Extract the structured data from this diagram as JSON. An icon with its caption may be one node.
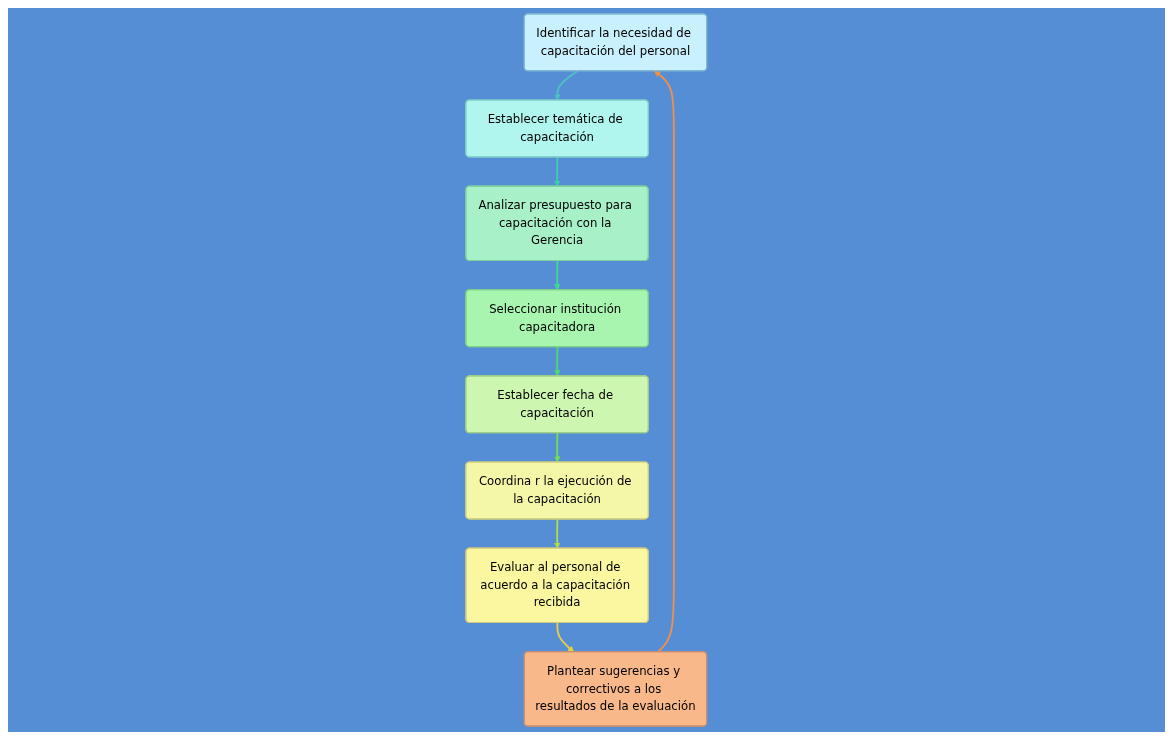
{
  "diagram": {
    "nodes": [
      {
        "text": [
          "Identificar la necesidad de capacitación del personal"
        ]
      },
      {
        "text": [
          "Establecer temática de capacitación"
        ]
      },
      {
        "text": [
          "Analizar presupuesto para capacitación con la Gerencia"
        ]
      },
      {
        "text": [
          "Seleccionar institución capacitadora"
        ]
      },
      {
        "text": [
          "Establecer fecha de capacitación"
        ]
      },
      {
        "text": [
          "Coordina r la ejecución de la capacitación"
        ]
      },
      {
        "text": [
          "Evaluar al personal de acuerdo a la capacitación recibida"
        ]
      },
      {
        "text": [
          "Plantear sugerencias y correctivos a los resultados de la evaluación"
        ]
      }
    ],
    "edges": [
      {
        "from": 0,
        "to": 1,
        "arrow": "to",
        "color": "#4fc1c0"
      },
      {
        "from": 1,
        "to": 2,
        "arrow": "to",
        "color": "#3fcfb0"
      },
      {
        "from": 2,
        "to": 3,
        "arrow": "to",
        "color": "#40d890"
      },
      {
        "from": 3,
        "to": 4,
        "arrow": "to",
        "color": "#50d870"
      },
      {
        "from": 4,
        "to": 5,
        "arrow": "to",
        "color": "#70e050"
      },
      {
        "from": 5,
        "to": 6,
        "arrow": "to",
        "color": "#b0e040"
      },
      {
        "from": 6,
        "to": 7,
        "arrow": "to",
        "color": "#e8d040"
      },
      {
        "from": 7,
        "to": 0,
        "arrow": "to",
        "color": "#f0904a"
      }
    ]
  }
}
